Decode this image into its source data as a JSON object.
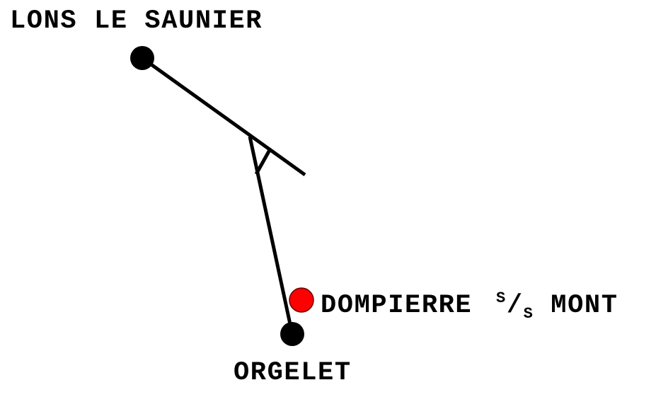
{
  "places": {
    "lons": {
      "label": "LONS LE SAUNIER"
    },
    "orgelet": {
      "label": "ORGELET"
    },
    "dompierre": {
      "label_main": "DOMPIERRE",
      "sup": "S",
      "slash": "/",
      "sub": "S",
      "label_end": "MONT"
    }
  },
  "colors": {
    "town": "#000000",
    "highlight": "#ff0000",
    "road": "#000000"
  }
}
